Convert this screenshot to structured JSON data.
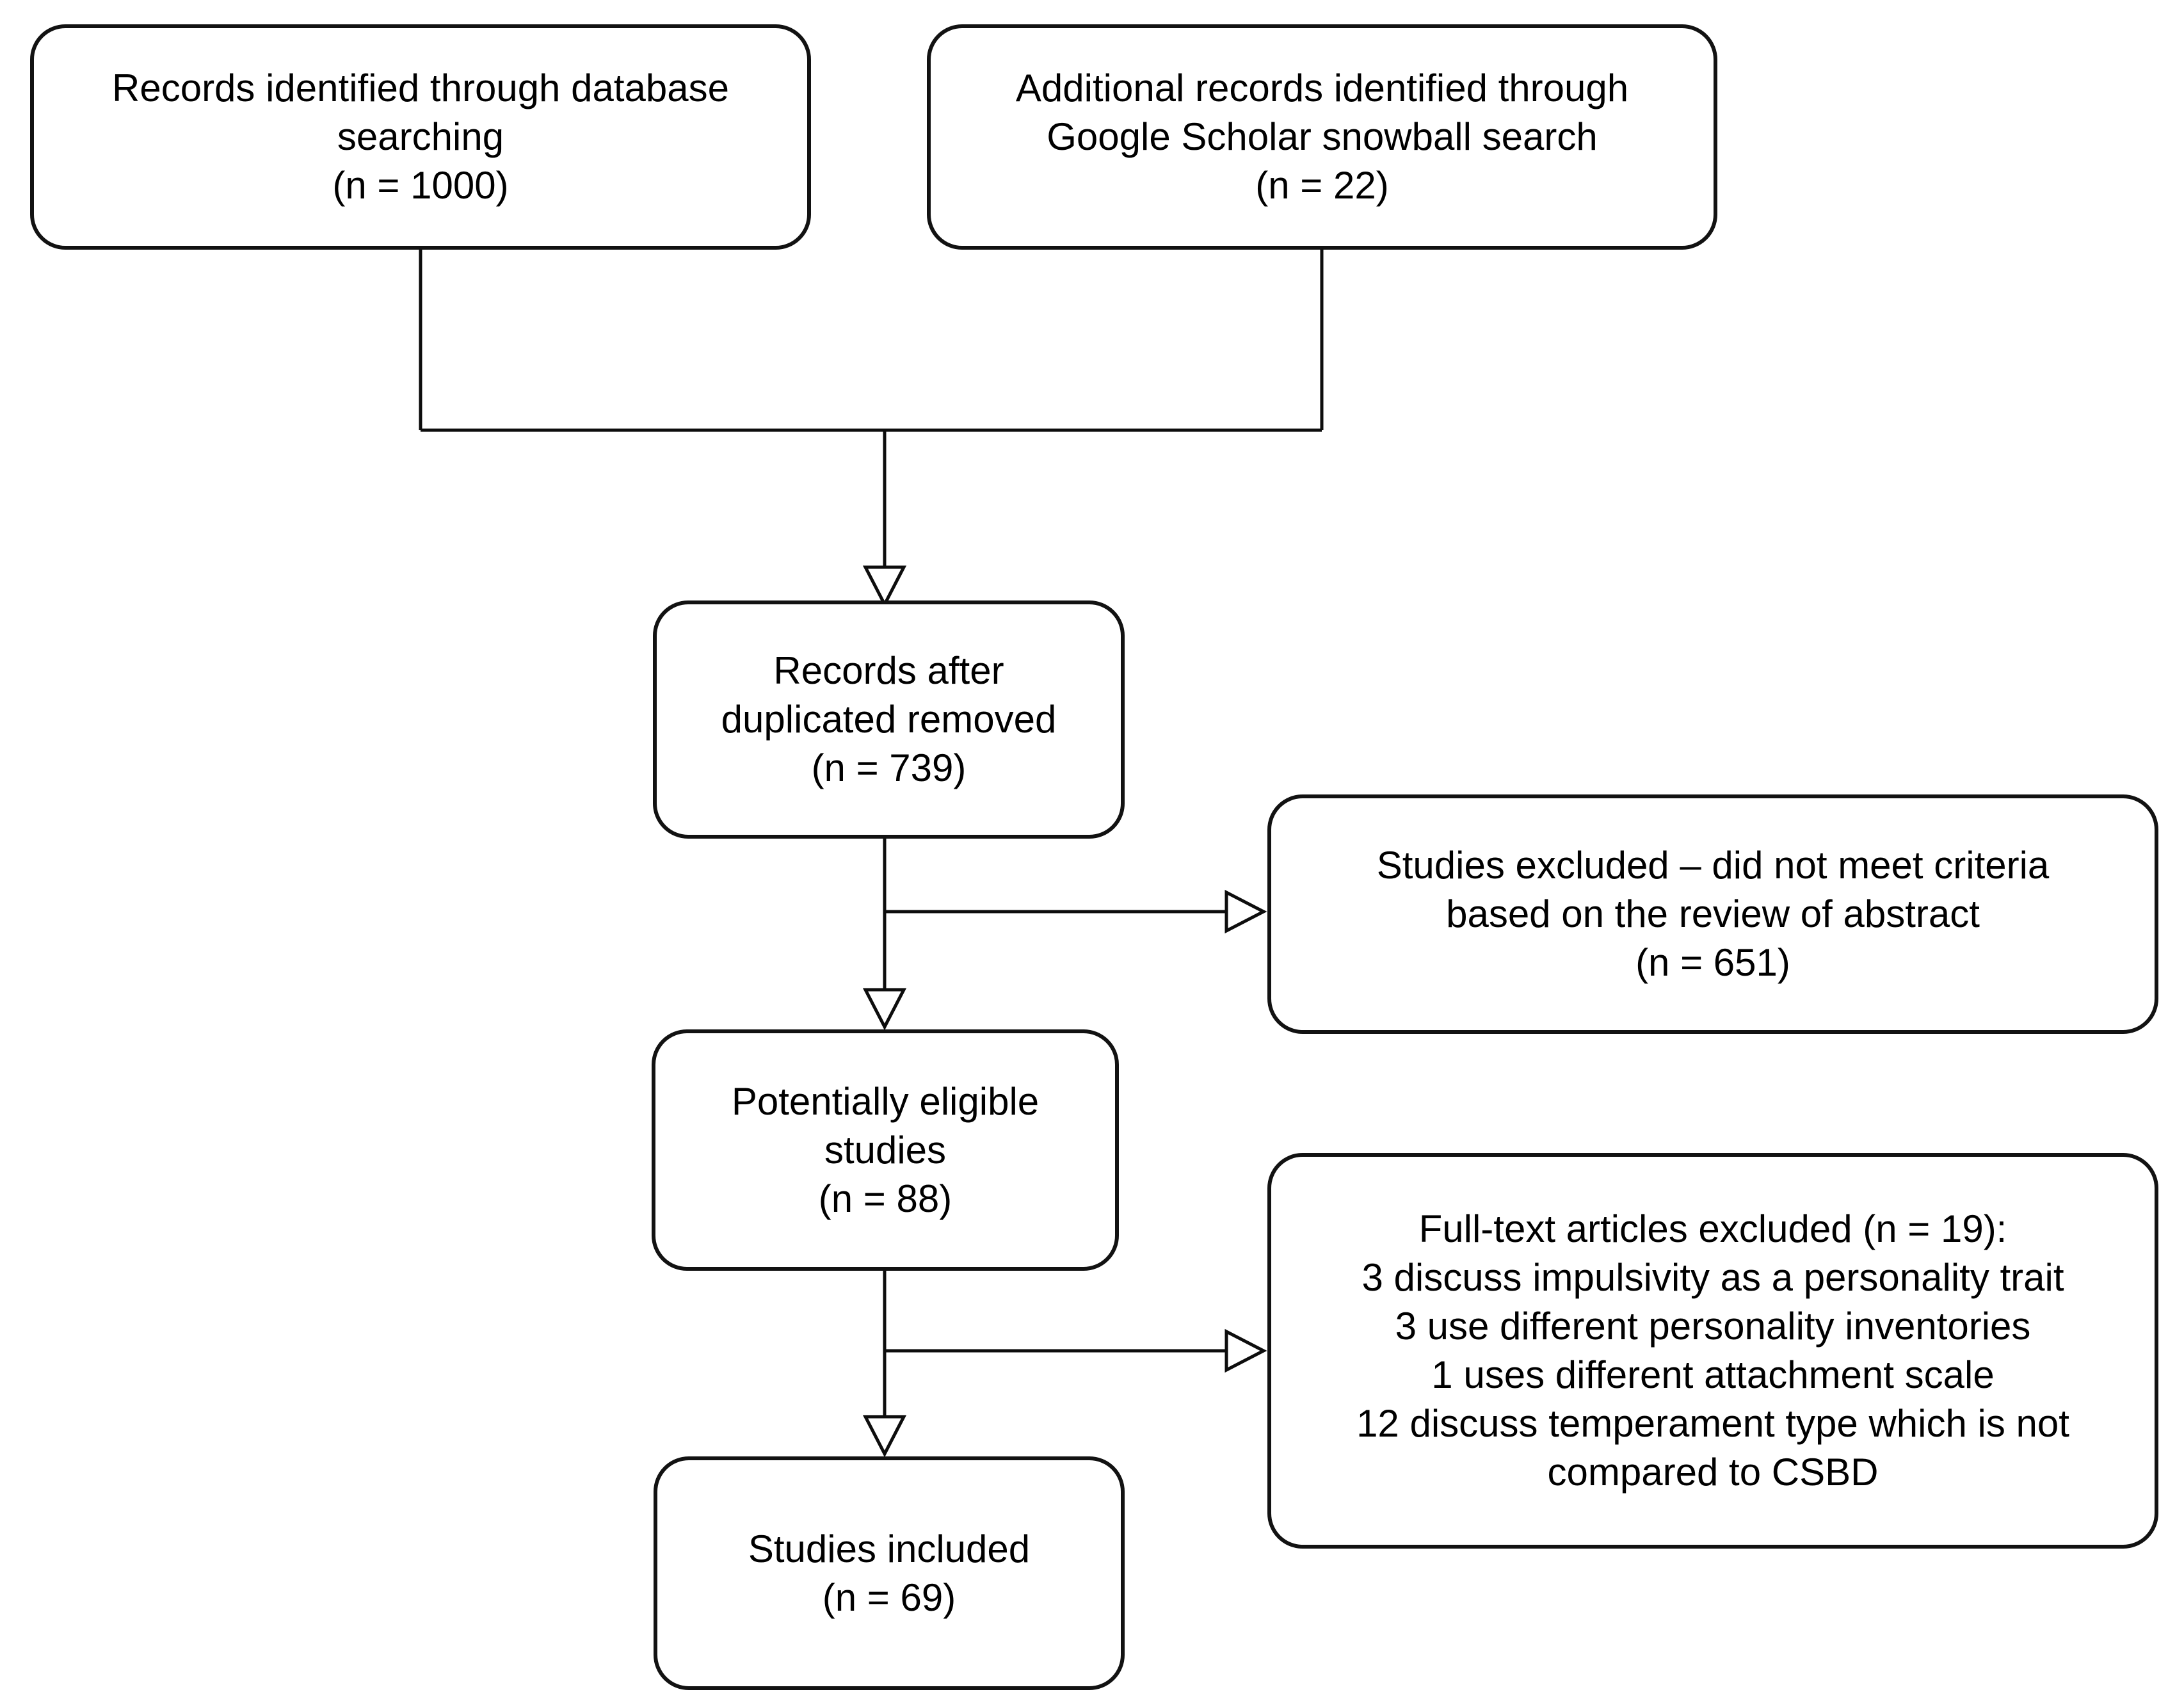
{
  "diagram": {
    "kind": "study-selection-flowchart",
    "colors": {
      "background": "#ffffff",
      "box_border": "#121212",
      "connector": "#0d0d0d",
      "text": "#000000"
    },
    "boxes": {
      "records_database": {
        "lines": [
          "Records identified through database",
          "searching",
          "(n = 1000)"
        ]
      },
      "records_scholar": {
        "lines": [
          "Additional records identified through",
          "Google Scholar snowball search",
          "(n = 22)"
        ]
      },
      "records_deduplicated": {
        "lines": [
          "Records after",
          "duplicated removed",
          "(n = 739)"
        ]
      },
      "excluded_abstract": {
        "lines": [
          "Studies excluded – did not meet criteria",
          "based on the review of abstract",
          "(n = 651)"
        ]
      },
      "potentially_eligible": {
        "lines": [
          "Potentially eligible",
          "studies",
          "(n = 88)"
        ]
      },
      "excluded_fulltext": {
        "lines": [
          "Full-text articles excluded (n = 19):",
          "3 discuss impulsivity as a personality trait",
          "3 use different personality inventories",
          "1 uses different attachment scale",
          "12 discuss temperament type which is not",
          "compared to CSBD"
        ]
      },
      "included": {
        "lines": [
          "Studies included",
          "(n = 69)"
        ]
      }
    },
    "counts": {
      "database_searching": 1000,
      "google_scholar_snowball": 22,
      "after_duplicates_removed": 739,
      "excluded_on_abstract": 651,
      "potentially_eligible": 88,
      "fulltext_excluded": 19,
      "included": 69
    },
    "edges": [
      {
        "from": "records_database",
        "to": "records_deduplicated"
      },
      {
        "from": "records_scholar",
        "to": "records_deduplicated"
      },
      {
        "from": "records_deduplicated",
        "to": "excluded_abstract"
      },
      {
        "from": "records_deduplicated",
        "to": "potentially_eligible"
      },
      {
        "from": "potentially_eligible",
        "to": "excluded_fulltext"
      },
      {
        "from": "potentially_eligible",
        "to": "included"
      }
    ]
  }
}
